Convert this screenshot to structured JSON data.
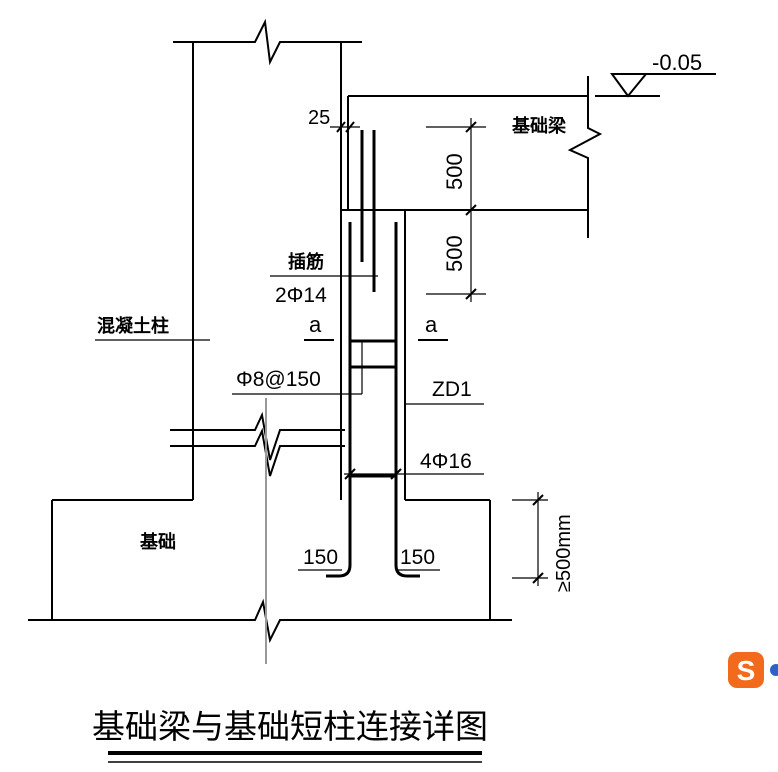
{
  "labels": {
    "elevation": "-0.05",
    "foundation_beam": "基础梁",
    "dim_cover": "25",
    "dim_upper": "500",
    "dim_lower": "500",
    "dowel_name": "插筋",
    "dowel_spec": "2Φ14",
    "section_mark_left": "a",
    "section_mark_right": "a",
    "concrete_column": "混凝土柱",
    "stirrup_spec": "Φ8@150",
    "short_column_id": "ZD1",
    "main_bar_spec": "4Φ16",
    "foundation": "基础",
    "hook_left": "150",
    "hook_right": "150",
    "embed_depth": "≥500mm"
  },
  "title": "基础梁与基础短柱连接详图",
  "colors": {
    "line": "#000000",
    "center_line": "#999999",
    "logo_orange": "#f26b1d"
  },
  "icons": {
    "logo": "sogou-s-icon"
  }
}
